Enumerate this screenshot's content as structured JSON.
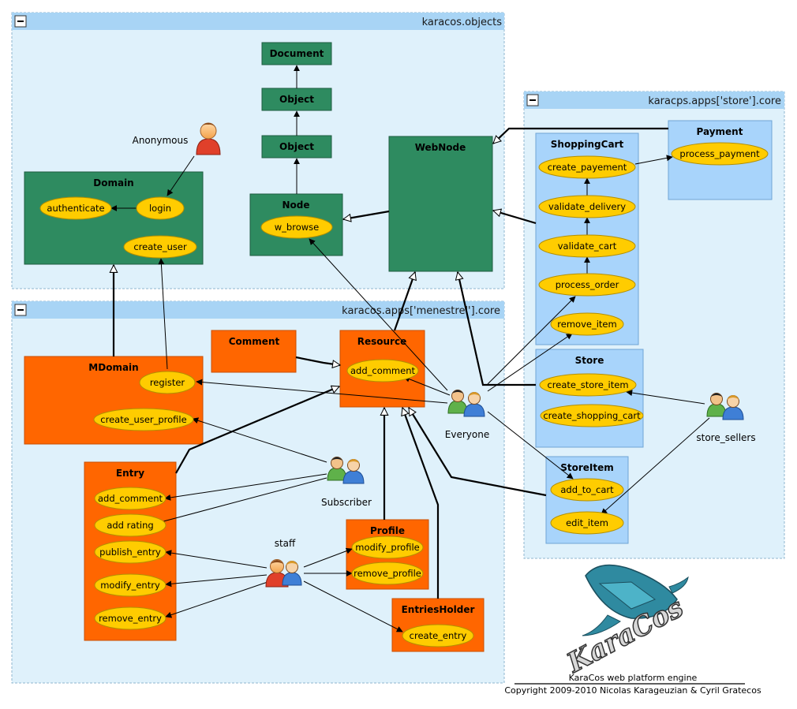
{
  "packages": {
    "objects": "karacos.objects",
    "store": "karacps.apps['store'].core",
    "menestrel": "karacos.apps['menestrel'].core"
  },
  "classes": {
    "document": "Document",
    "object1": "Object",
    "object2": "Object",
    "domain": "Domain",
    "node": "Node",
    "webnode": "WebNode",
    "payment": "Payment",
    "shoppingcart": "ShoppingCart",
    "store": "Store",
    "storeitem": "StoreItem",
    "mdomain": "MDomain",
    "comment": "Comment",
    "resource": "Resource",
    "entry": "Entry",
    "profile": "Profile",
    "entriesholder": "EntriesHolder"
  },
  "methods": {
    "authenticate": "authenticate",
    "login": "login",
    "create_user": "create_user",
    "w_browse": "w_browse",
    "process_payment": "process_payment",
    "create_payement": "create_payement",
    "validate_delivery": "validate_delivery",
    "validate_cart": "validate_cart",
    "process_order": "process_order",
    "remove_item": "remove_item",
    "create_store_item": "create_store_item",
    "create_shopping_cart": "create_shopping_cart",
    "add_to_cart": "add_to_cart",
    "edit_item": "edit_item",
    "register": "register",
    "create_user_profile": "create_user_profile",
    "add_comment_resource": "add_comment",
    "add_comment_entry": "add_comment",
    "add_rating": "add rating",
    "publish_entry": "publish_entry",
    "modify_entry": "modify_entry",
    "remove_entry": "remove_entry",
    "modify_profile": "modify_profile",
    "remove_profile": "remove_profile",
    "create_entry": "create_entry"
  },
  "actors": {
    "anonymous": "Anonymous",
    "everyone": "Everyone",
    "subscriber": "Subscriber",
    "staff": "staff",
    "store_sellers": "store_sellers"
  },
  "logo": "KaraCos",
  "footer": {
    "line1": "KaraCos web platform engine",
    "line2": "Copyright 2009-2010 Nicolas Karageuzian & Cyril Gratecos"
  },
  "colors": {
    "package_bg": "#dff1fb",
    "package_header": "#a8d4f5",
    "green_class": "#2e8b60",
    "orange_class": "#ff6600",
    "blue_class": "#a8d4fb",
    "method_oval": "#ffcc00"
  }
}
